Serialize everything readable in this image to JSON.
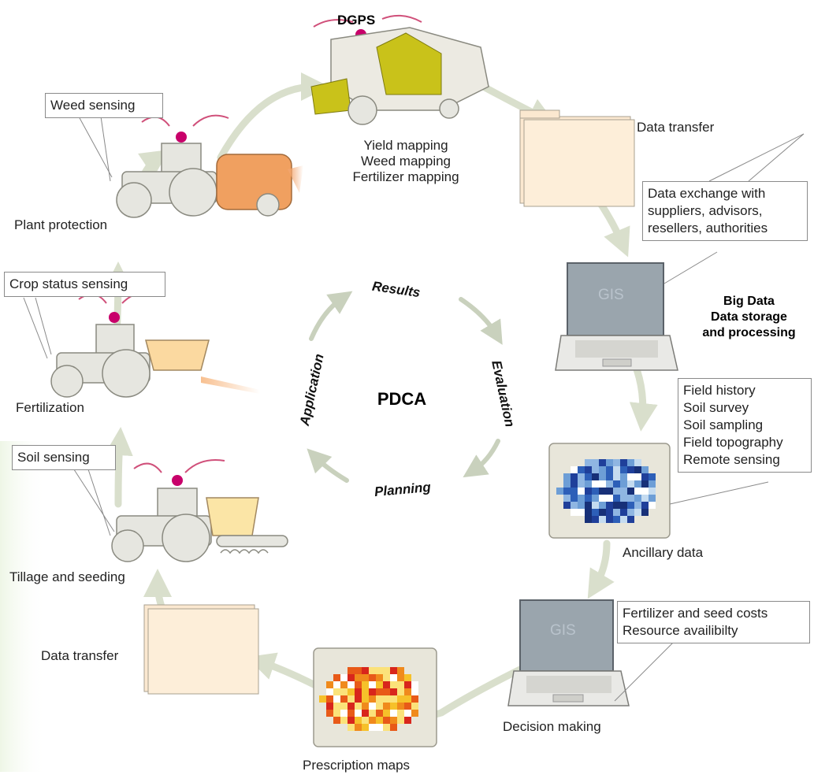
{
  "diagram": {
    "center_label": "PDCA",
    "cycle_steps": [
      "Results",
      "Evaluation",
      "Planning",
      "Application"
    ],
    "dgps_label": "DGPS",
    "mapping_lines": [
      "Yield mapping",
      "Weed mapping",
      "Fertilizer mapping"
    ],
    "data_transfer_top": "Data transfer",
    "data_exchange_lines": [
      "Data exchange with",
      "suppliers, advisors,",
      "resellers, authorities"
    ],
    "gis_label": "GIS",
    "big_data_lines": [
      "Big Data",
      "Data storage",
      "and processing"
    ],
    "ancillary_lines": [
      "Field history",
      "Soil survey",
      "Soil sampling",
      "Field topography",
      "Remote sensing"
    ],
    "ancillary_label": "Ancillary data",
    "cost_lines": [
      "Fertilizer and seed costs",
      "Resource availibilty"
    ],
    "decision_label": "Decision making",
    "prescription_label": "Prescription maps",
    "data_transfer_bottom": "Data transfer",
    "tillage_label": "Tillage and seeding",
    "soil_sensing": "Soil sensing",
    "fertilization_label": "Fertilization",
    "crop_status_sensing": "Crop status sensing",
    "plant_protection_label": "Plant protection",
    "weed_sensing": "Weed sensing"
  },
  "colors": {
    "arrow": "#d9dfcc",
    "sensor": "#c8006a",
    "machine": "#e6e6e0",
    "folder": "#fbe8d0",
    "tank_orange": "#f0a060",
    "hopper": "#fbd9a0"
  }
}
